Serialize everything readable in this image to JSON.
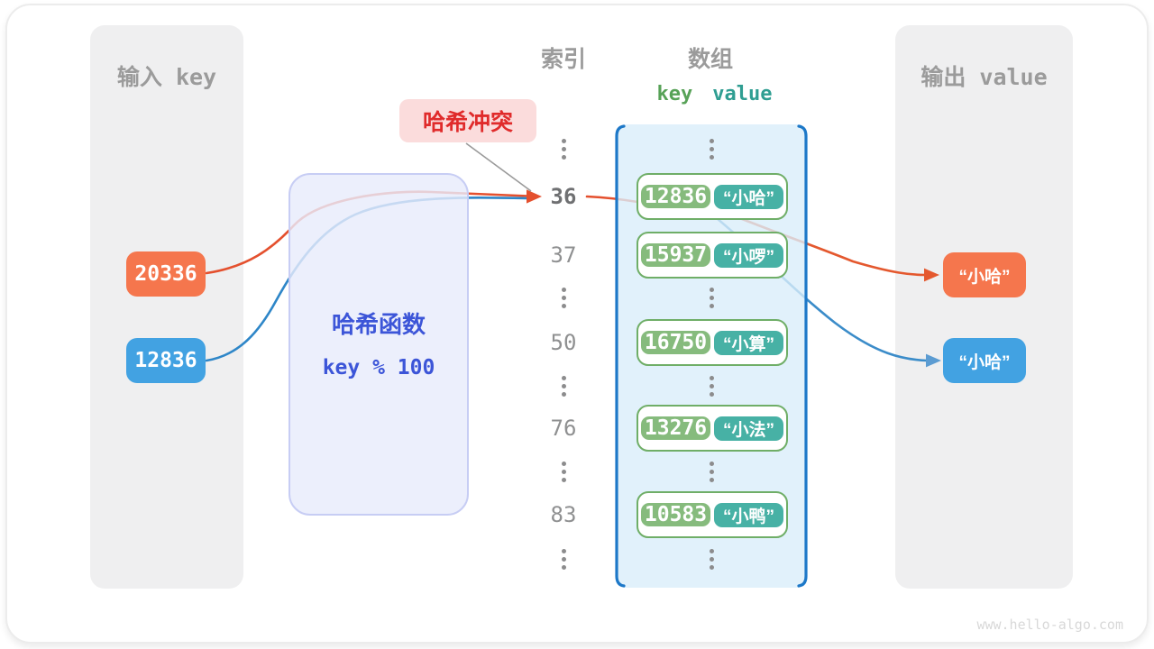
{
  "input_panel": {
    "title": "输入 key",
    "keys": [
      {
        "label": "20336",
        "color": "#f5764d"
      },
      {
        "label": "12836",
        "color": "#42a2e2"
      }
    ]
  },
  "hash_box": {
    "title": "哈希函数",
    "formula": "key % 100"
  },
  "collision_label": {
    "text": "哈希冲突"
  },
  "index_column": {
    "title": "索引"
  },
  "array_panel": {
    "title": "数组",
    "key_header": "key",
    "value_header": "value"
  },
  "rows": [
    {
      "type": "dots"
    },
    {
      "type": "item",
      "index": "36",
      "bold": true,
      "key": "12836",
      "value": "“小哈”"
    },
    {
      "type": "item",
      "index": "37",
      "bold": false,
      "key": "15937",
      "value": "“小啰”"
    },
    {
      "type": "dots"
    },
    {
      "type": "item",
      "index": "50",
      "bold": false,
      "key": "16750",
      "value": "“小算”"
    },
    {
      "type": "dots"
    },
    {
      "type": "item",
      "index": "76",
      "bold": false,
      "key": "13276",
      "value": "“小法”"
    },
    {
      "type": "dots"
    },
    {
      "type": "item",
      "index": "83",
      "bold": false,
      "key": "10583",
      "value": "“小鸭”"
    },
    {
      "type": "dots"
    }
  ],
  "output_panel": {
    "title": "输出 value",
    "values": [
      {
        "label": "“小哈”",
        "color": "#f5764d"
      },
      {
        "label": "“小哈”",
        "color": "#42a2e2"
      }
    ]
  },
  "watermark": "www.hello-algo.com",
  "colors": {
    "orange_box": "#f5764d",
    "blue_box": "#42a2e2",
    "orange_arrow": "#e4502e",
    "blue_arrow": "#2e86c8",
    "pair_border": "#6fae67",
    "key_cell": "#86bb7d",
    "value_cell": "#47b1a5",
    "array_fill": "#daedfa",
    "array_bracket": "#1d78c8",
    "hash_fill": "#e8ecfb",
    "hash_text": "#3c55d8",
    "collision_bg": "#fbdcdc",
    "collision_text": "#e02b2b",
    "panel_gray": "#efeff0",
    "header_gray": "#9b9b9b",
    "index_gray": "#8f9091"
  }
}
